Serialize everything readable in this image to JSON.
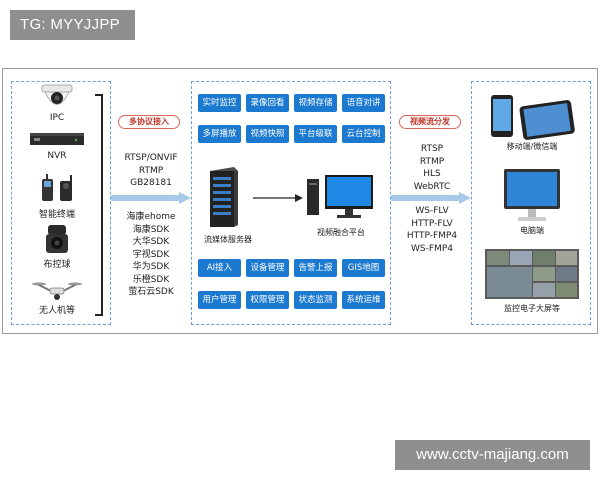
{
  "tag_text": "TG: MYYJJPP",
  "watermark_text": "www.cctv-majiang.com",
  "devices": [
    "IPC",
    "NVR",
    "智能终端",
    "布控球",
    "无人机等"
  ],
  "multi_protocol_label": "多协议接入",
  "protocols_in": [
    "RTSP/ONVIF",
    "RTMP",
    "GB28181"
  ],
  "sdks": [
    "海康ehome",
    "海康SDK",
    "大华SDK",
    "宇视SDK",
    "华为SDK",
    "乐橙SDK",
    "萤石云SDK"
  ],
  "top_functions": [
    "实时监控",
    "录像回看",
    "视频存储",
    "语音对讲",
    "多屏播放",
    "视频快照",
    "平台级联",
    "云台控制"
  ],
  "server_label": "流媒体服务器",
  "platform_label": "视频融合平台",
  "bottom_functions": [
    "AI接入",
    "设备管理",
    "告警上报",
    "GIS地图",
    "用户管理",
    "权限管理",
    "状态监测",
    "系统运维"
  ],
  "stream_label": "视频流分发",
  "protocols_out_a": [
    "RTSP",
    "RTMP",
    "HLS",
    "WebRTC"
  ],
  "protocols_out_b": [
    "WS-FLV",
    "HTTP-FLV",
    "HTTP-FMP4",
    "WS-FMP4"
  ],
  "clients": [
    "移动端/微信端",
    "电脑端",
    "监控电子大屏等"
  ],
  "colors": {
    "accent_blue": "#1b79d0",
    "arrow_blue": "#a9c9ea",
    "label_red": "#c0392b"
  }
}
